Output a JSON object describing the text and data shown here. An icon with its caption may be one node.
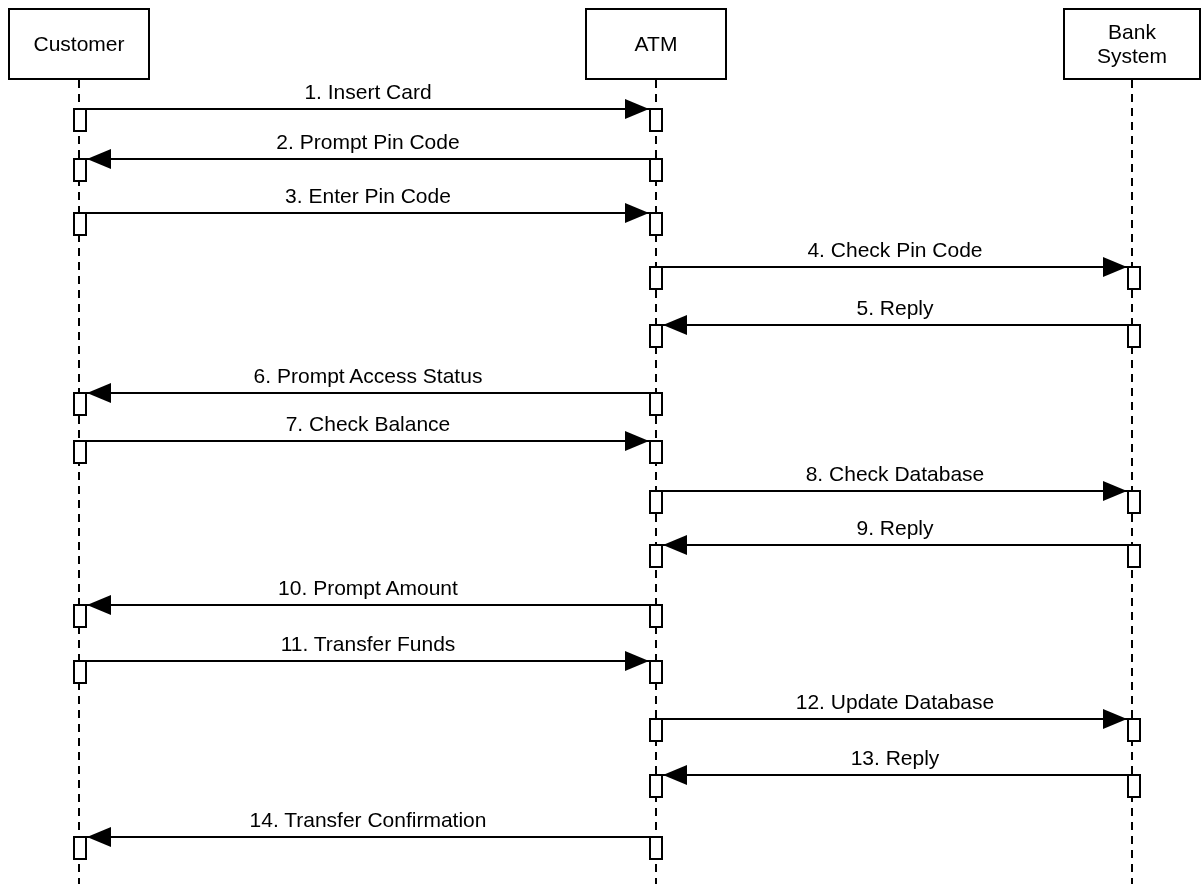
{
  "diagram": {
    "nodes": [
      {
        "text": [
          "Customer"
        ]
      },
      {
        "text": [
          "ATM"
        ]
      },
      {
        "text": [
          "Bank System"
        ]
      },
      {
        "text": [],
        "shape": "box"
      },
      {
        "text": [],
        "shape": "box"
      },
      {
        "text": [],
        "shape": "box"
      },
      {
        "text": [],
        "shape": "box"
      },
      {
        "text": [],
        "shape": "box"
      },
      {
        "text": [],
        "shape": "box"
      },
      {
        "text": [],
        "shape": "box"
      },
      {
        "text": [],
        "shape": "box"
      },
      {
        "text": [],
        "shape": "box"
      },
      {
        "text": [],
        "shape": "box"
      },
      {
        "text": [],
        "shape": "box"
      },
      {
        "text": [],
        "shape": "box"
      },
      {
        "text": [],
        "shape": "box"
      },
      {
        "text": [],
        "shape": "box"
      },
      {
        "text": [],
        "shape": "box"
      },
      {
        "text": [],
        "shape": "box"
      },
      {
        "text": [],
        "shape": "box"
      },
      {
        "text": [],
        "shape": "box"
      },
      {
        "text": [],
        "shape": "box"
      },
      {
        "text": [],
        "shape": "box"
      },
      {
        "text": [],
        "shape": "box"
      },
      {
        "text": [],
        "shape": "box"
      },
      {
        "text": [],
        "shape": "box"
      },
      {
        "text": [],
        "shape": "box"
      },
      {
        "text": [],
        "shape": "box"
      },
      {
        "text": [],
        "shape": "box"
      },
      {
        "text": [],
        "shape": "box"
      },
      {
        "text": [],
        "shape": "box"
      }
    ],
    "edges": [
      {
        "from": 3,
        "to": 4,
        "arrow": "to",
        "label": "1. Insert Card"
      },
      {
        "from": 6,
        "to": 5,
        "arrow": "to",
        "label": "2. Prompt Pin Code"
      },
      {
        "from": 7,
        "to": 8,
        "arrow": "to",
        "label": "3. Enter Pin Code"
      },
      {
        "from": 9,
        "to": 10,
        "arrow": "to",
        "label": "4. Check Pin Code"
      },
      {
        "from": 12,
        "to": 11,
        "arrow": "to",
        "label": "5. Reply"
      },
      {
        "from": 14,
        "to": 13,
        "arrow": "to",
        "label": "6. Prompt Access Status"
      },
      {
        "from": 15,
        "to": 16,
        "arrow": "to",
        "label": "7. Check Balance"
      },
      {
        "from": 17,
        "to": 18,
        "arrow": "to",
        "label": "8. Check Database"
      },
      {
        "from": 20,
        "to": 19,
        "arrow": "to",
        "label": "9. Reply"
      },
      {
        "from": 22,
        "to": 21,
        "arrow": "to",
        "label": "10. Prompt Amount"
      },
      {
        "from": 23,
        "to": 24,
        "arrow": "to",
        "label": "11. Transfer Funds"
      },
      {
        "from": 25,
        "to": 26,
        "arrow": "to",
        "label": "12. Update Database"
      },
      {
        "from": 28,
        "to": 27,
        "arrow": "to",
        "label": "13. Reply"
      },
      {
        "from": 30,
        "to": 29,
        "arrow": "to",
        "label": "14. Transfer Confirmation"
      }
    ]
  }
}
